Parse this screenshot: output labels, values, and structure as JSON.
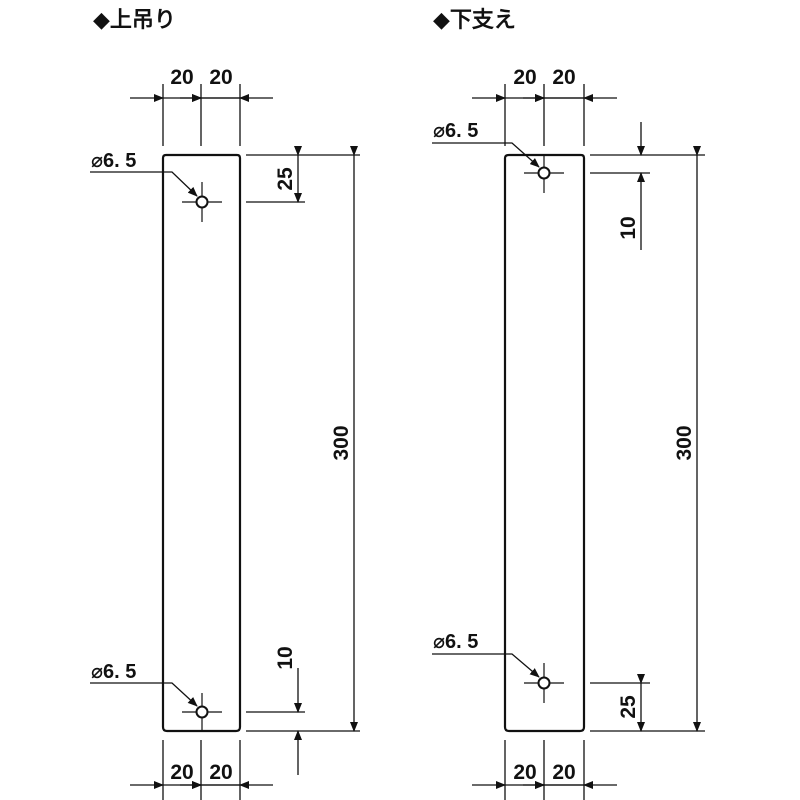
{
  "views": [
    {
      "title": "◆上吊り",
      "width_labels": [
        "20",
        "20"
      ],
      "hole_labels": [
        "⌀6. 5",
        "⌀6. 5"
      ],
      "height_label": "300",
      "top_offset_label": "25",
      "bottom_offset_label": "10"
    },
    {
      "title": "◆下支え",
      "width_labels": [
        "20",
        "20"
      ],
      "hole_labels": [
        "⌀6. 5",
        "⌀6. 5"
      ],
      "height_label": "300",
      "top_offset_label": "10",
      "bottom_offset_label": "25"
    }
  ]
}
